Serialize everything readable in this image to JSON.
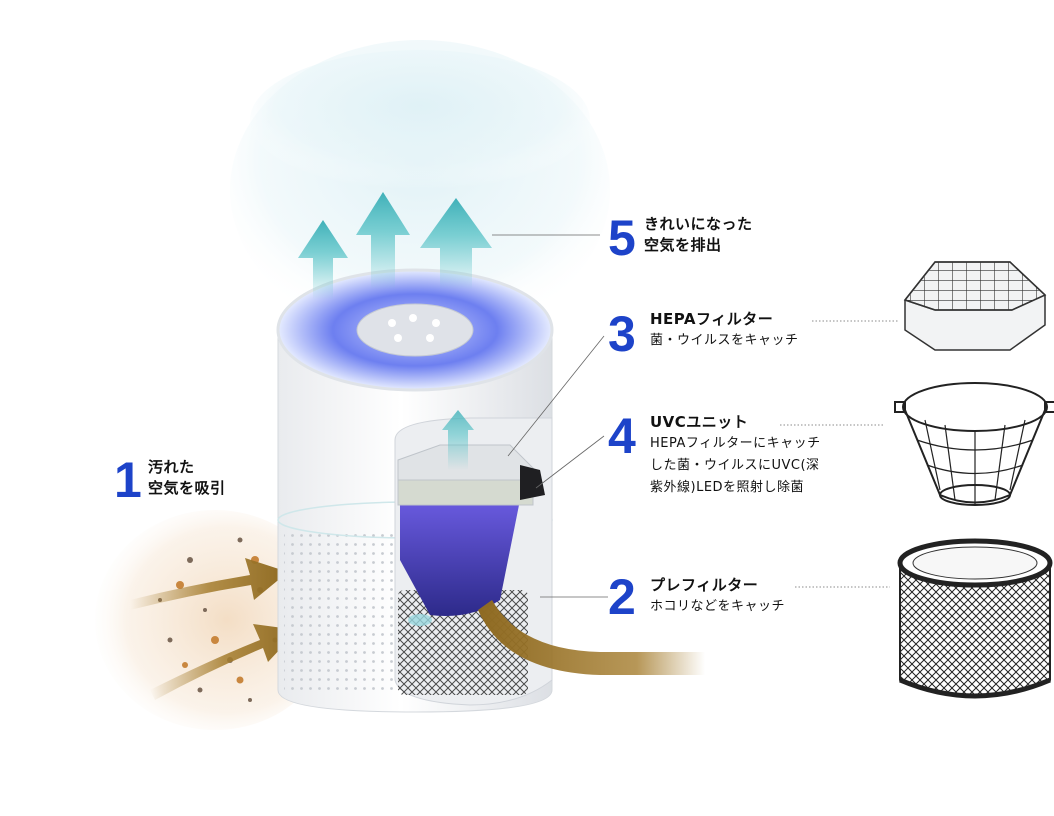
{
  "steps": [
    {
      "num": "1",
      "title_line1": "汚れた",
      "title_line2": "空気を吸引"
    },
    {
      "num": "2",
      "title": "プレフィルター",
      "desc": "ホコリなどをキャッチ"
    },
    {
      "num": "3",
      "title": "HEPAフィルター",
      "desc": "菌・ウイルスをキャッチ"
    },
    {
      "num": "4",
      "title": "UVCユニット",
      "desc_line1": "HEPAフィルターにキャッチ",
      "desc_line2": "した菌・ウイルスにUVC(深",
      "desc_line3": "紫外線)LEDを照射し除菌"
    },
    {
      "num": "5",
      "title_line1": "きれいになった",
      "title_line2": "空気を排出"
    }
  ],
  "colors": {
    "accent_number": "#1d43c9",
    "clean_air_arrow": "#5cc4c8",
    "dirty_air_arrow": "#a57d2e",
    "uvc_glow": "#4b46c4",
    "body": "#f4f5f7"
  },
  "icons": [
    "purifier-icon",
    "hepa-filter-icon",
    "uvc-unit-frame-icon",
    "pre-filter-icon"
  ]
}
